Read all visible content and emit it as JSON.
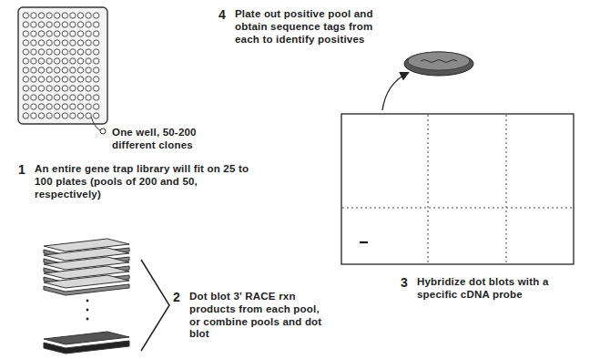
{
  "diagram": {
    "labels": [
      "1",
      "An entire gene trap library will fit on 25 to 100 plates (pools of 200 and 50, respectively)",
      "One well, 50-200 different clones",
      "2",
      "Dot blot 3' RACE rxn products from each pool, or combine pools and dot blot",
      "3",
      "Hybridize dot blots with a specific cDNA probe",
      "4",
      "Plate out positive pool and obtain sequence tags from each to identify positives"
    ]
  }
}
